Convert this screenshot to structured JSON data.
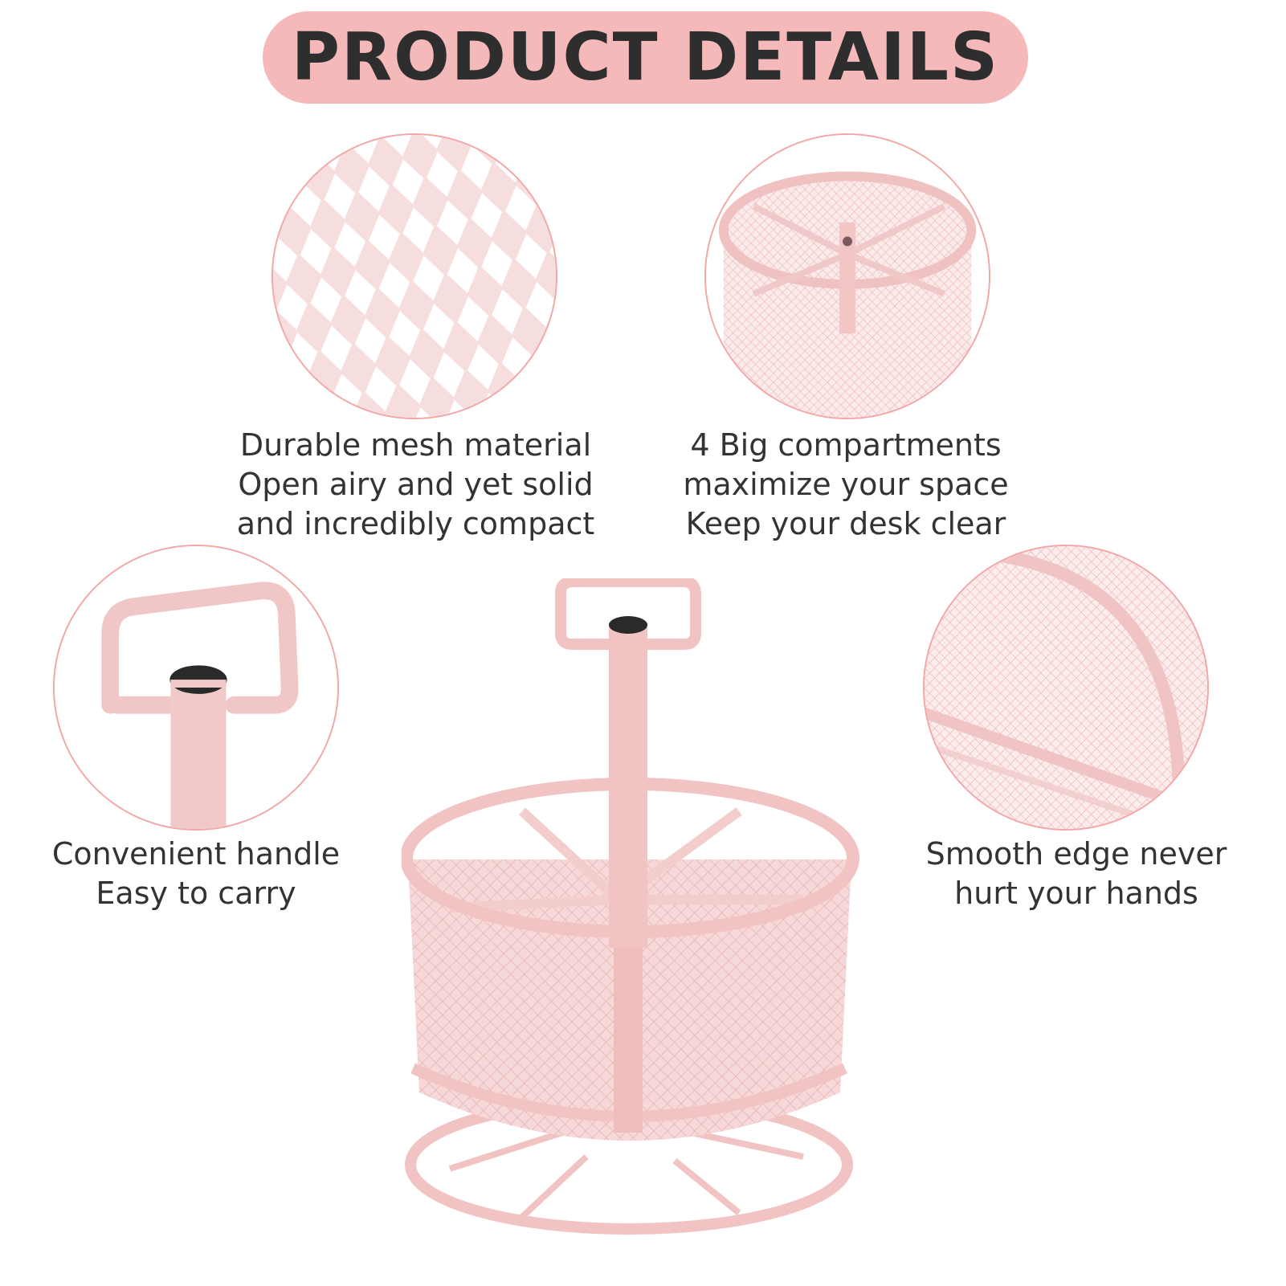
{
  "banner": {
    "title": "PRODUCT DETAILS"
  },
  "features": {
    "mesh": {
      "lines": [
        "Durable mesh material",
        "Open airy and yet solid",
        "and incredibly compact"
      ],
      "icon": "mesh-closeup-image"
    },
    "compartments": {
      "lines": [
        "4 Big compartments",
        "maximize your space",
        "Keep your desk clear"
      ],
      "icon": "compartments-image"
    },
    "handle": {
      "lines": [
        "Convenient handle",
        "Easy to carry"
      ],
      "icon": "handle-image"
    },
    "edge": {
      "lines": [
        "Smooth edge never",
        "hurt your hands"
      ],
      "icon": "edge-image"
    }
  },
  "colors": {
    "banner": "#f6b9b9",
    "product_pink": "#f1c3c3",
    "circle_border": "#f2a6a6",
    "text": "#333333"
  }
}
